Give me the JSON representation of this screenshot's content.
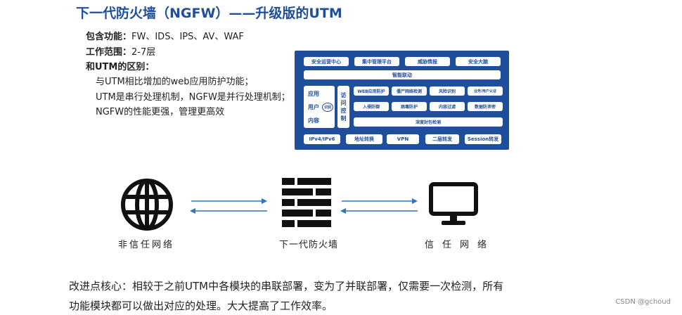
{
  "title": "下一代防火墙（NGFW）——升级版的UTM",
  "info": {
    "functions_label": "包含功能：",
    "functions_value": "FW、IDS、IPS、AV、WAF",
    "scope_label": "工作范围：",
    "scope_value": "2-7层",
    "diff_label": "和UTM的区别：",
    "diffs": [
      "与UTM相比增加的web应用防护功能；",
      "UTM是串行处理机制，NGFW是并行处理机制；",
      "NGFW的性能更强，管理更高效"
    ]
  },
  "arch": {
    "top_row": [
      "安全运营中心",
      "集中管理平台",
      "威胁情报",
      "安全大脑"
    ],
    "linkage": "智能联动",
    "left_box": [
      "应用",
      "用户",
      "内容"
    ],
    "left_circle": "识别",
    "access_control": [
      "访",
      "问",
      "控",
      "制"
    ],
    "mid_row1": [
      "WEB应用防护",
      "僵尸网络检测",
      "风险识别",
      "业务/用户认证"
    ],
    "mid_row2": [
      "入侵防御",
      "病毒防护",
      "内容过滤",
      "数据防泄密"
    ],
    "deep_inspect": "深度封包检测",
    "bottom_row": [
      "IPv4/IPv6",
      "地址转换",
      "VPN",
      "二层转发",
      "Session转发"
    ]
  },
  "diagram": {
    "left_label": "非信任网络",
    "center_label": "下一代防火墙",
    "right_label": "信任网络"
  },
  "summary": {
    "line1": "改进点核心：相较于之前UTM中各模块的串联部署，变为了并联部署，仅需要一次检测，所有",
    "line2": "功能模块都可以做出对应的处理。大大提高了工作效率。"
  },
  "watermark": "CSDN @gchoud",
  "colors": {
    "accent": "#1f4e9b",
    "arrow": "#2f74c0"
  }
}
